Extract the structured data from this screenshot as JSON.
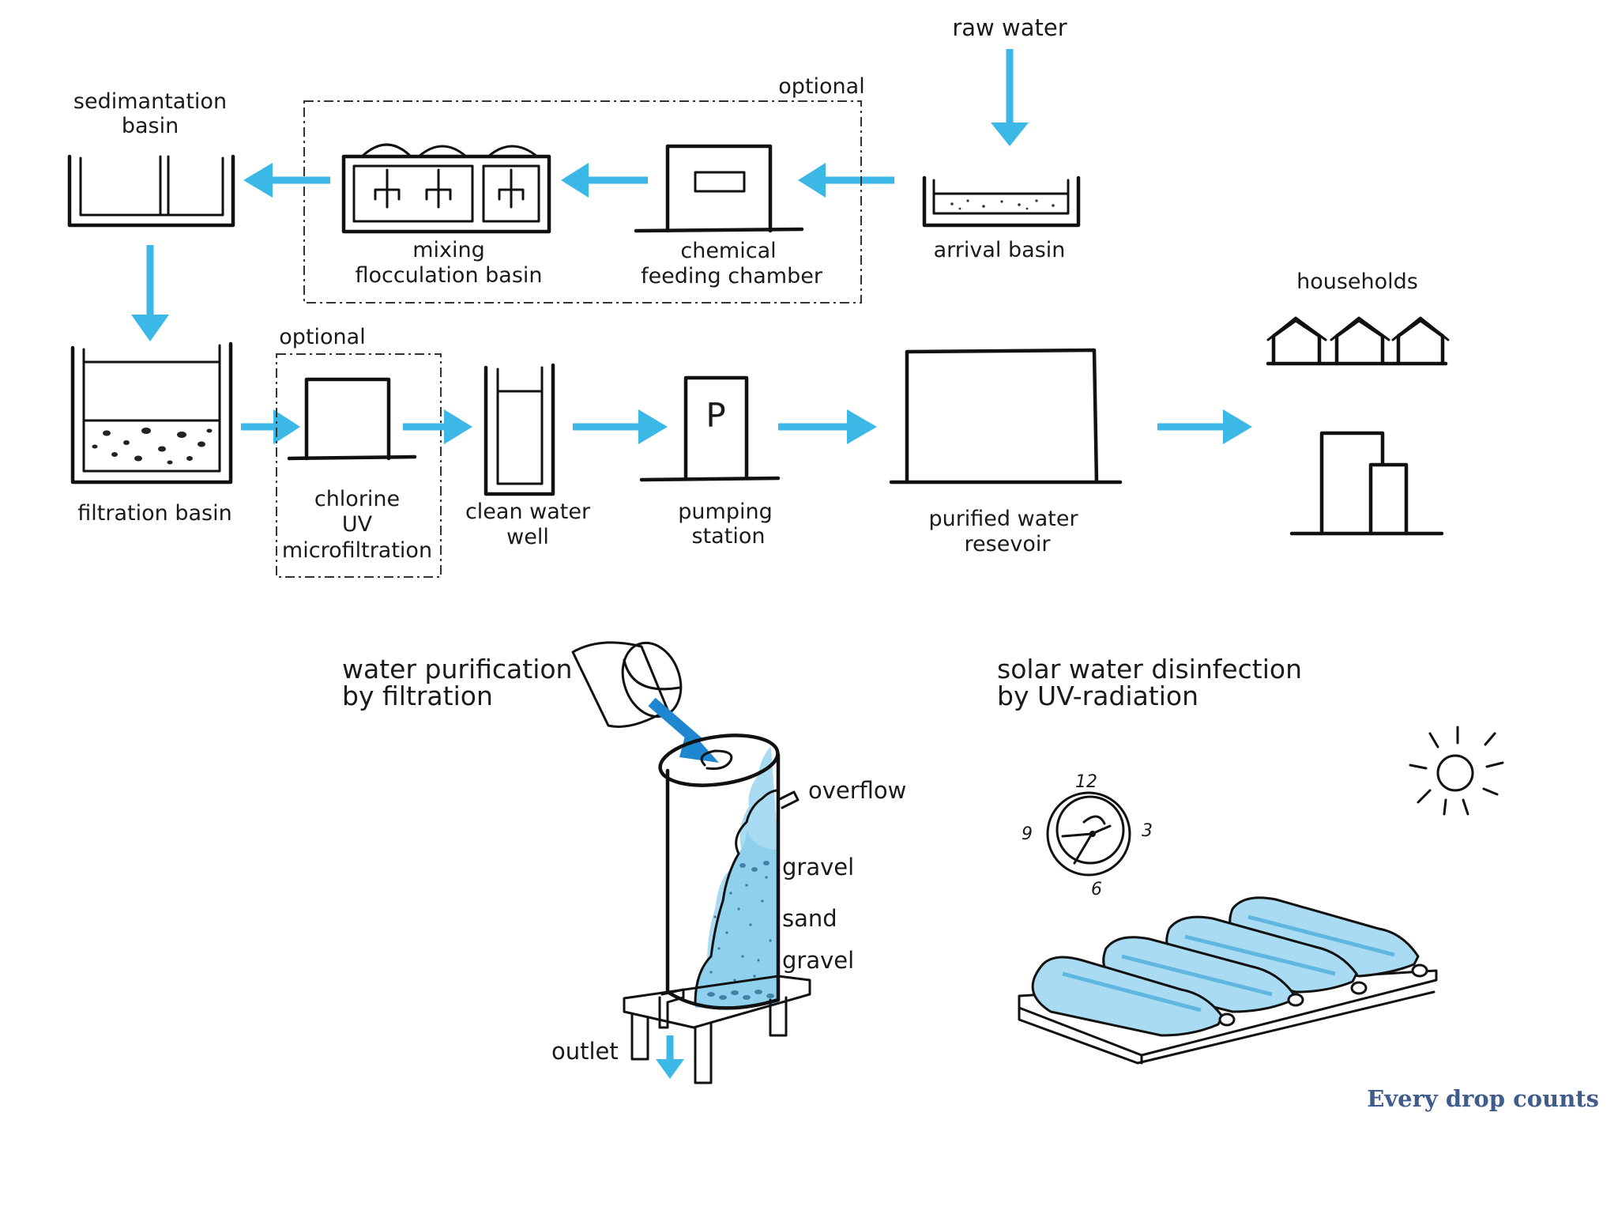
{
  "process": {
    "raw_water": "raw water",
    "arrival_basin": "arrival basin",
    "optional_top": "optional",
    "chemical_line1": "chemical",
    "chemical_line2": "feeding chamber",
    "mixing_line1": "mixing",
    "mixing_line2": "flocculation basin",
    "sedimentation_line1": "sedimantation",
    "sedimentation_line2": "basin",
    "filtration_basin": "filtration basin",
    "optional_bottom": "optional",
    "chlorine_line1": "chlorine",
    "chlorine_line2": "UV",
    "chlorine_line3": "microfiltration",
    "clean_well_line1": "clean water",
    "clean_well_line2": "well",
    "pumping_line1": "pumping",
    "pumping_line2": "station",
    "pump_symbol": "P",
    "reservoir_line1": "purified water",
    "reservoir_line2": "resevoir",
    "households": "households"
  },
  "filtration": {
    "title_line1": "water purification",
    "title_line2": "by filtration",
    "overflow": "overflow",
    "gravel_top": "gravel",
    "sand": "sand",
    "gravel_bottom": "gravel",
    "outlet": "outlet"
  },
  "solar": {
    "title_line1": "solar water disinfection",
    "title_line2": "by UV-radiation",
    "clock_12": "12",
    "clock_3": "3",
    "clock_6": "6",
    "clock_9": "9"
  },
  "tagline": "Every drop counts",
  "colors": {
    "arrow": "#3bb8e6",
    "water": "#a9dcf2",
    "tagline": "#3f5c8c"
  }
}
